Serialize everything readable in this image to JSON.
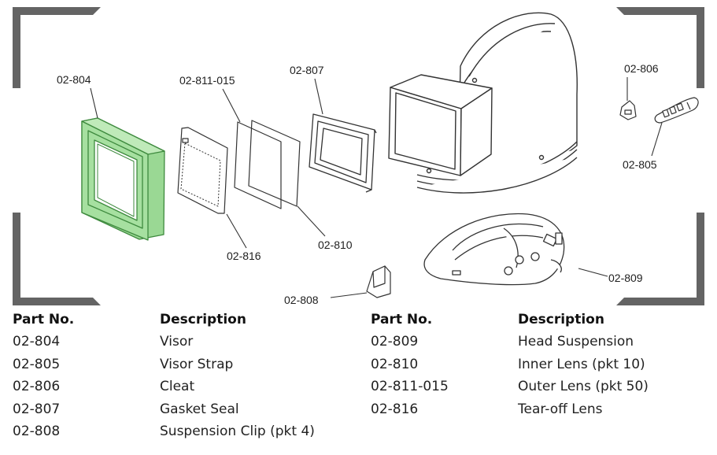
{
  "diagram": {
    "callouts": {
      "p804": "02-804",
      "p811_015": "02-811-015",
      "p807": "02-807",
      "p806": "02-806",
      "p805": "02-805",
      "p816": "02-816",
      "p810": "02-810",
      "p808": "02-808",
      "p809": "02-809"
    },
    "colors": {
      "frame": "#646464",
      "highlight": "#a6e0a0",
      "highlight_stroke": "#3e8a3e",
      "line": "#333333"
    },
    "highlighted_part": "02-804"
  },
  "table": {
    "left": {
      "header_part": "Part No.",
      "header_desc": "Description",
      "rows": [
        {
          "part": "02-804",
          "desc": "Visor"
        },
        {
          "part": "02-805",
          "desc": "Visor Strap"
        },
        {
          "part": "02-806",
          "desc": "Cleat"
        },
        {
          "part": "02-807",
          "desc": "Gasket Seal"
        },
        {
          "part": "02-808",
          "desc": "Suspension Clip (pkt 4)"
        }
      ]
    },
    "right": {
      "header_part": "Part No.",
      "header_desc": "Description",
      "rows": [
        {
          "part": "02-809",
          "desc": "Head Suspension"
        },
        {
          "part": "02-810",
          "desc": "Inner Lens (pkt 10)"
        },
        {
          "part": "02-811-015",
          "desc": "Outer Lens (pkt 50)"
        },
        {
          "part": "02-816",
          "desc": "Tear-off Lens"
        }
      ]
    }
  }
}
